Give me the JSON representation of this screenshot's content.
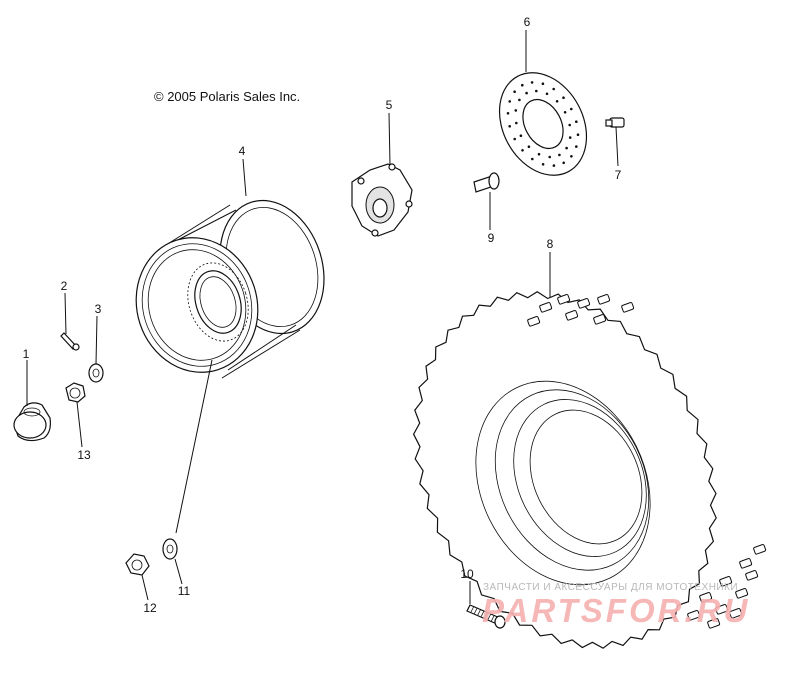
{
  "copyright": "© 2005 Polaris Sales Inc.",
  "callouts": [
    {
      "id": "1",
      "label": "1"
    },
    {
      "id": "2",
      "label": "2"
    },
    {
      "id": "3",
      "label": "3"
    },
    {
      "id": "4",
      "label": "4"
    },
    {
      "id": "5",
      "label": "5"
    },
    {
      "id": "6",
      "label": "6"
    },
    {
      "id": "7",
      "label": "7"
    },
    {
      "id": "8",
      "label": "8"
    },
    {
      "id": "9",
      "label": "9"
    },
    {
      "id": "10",
      "label": "10"
    },
    {
      "id": "11",
      "label": "11"
    },
    {
      "id": "12",
      "label": "12"
    },
    {
      "id": "13",
      "label": "13"
    }
  ],
  "watermark": {
    "top_text": "ЗАПЧАСТИ И АКСЕССУАРЫ ДЛЯ МОТОТЕХНИКИ",
    "main_text": "PARTSFOR.RU"
  },
  "colors": {
    "line": "#111111",
    "watermark_main": "#f6b0b0",
    "watermark_sub": "#b8b8b8"
  }
}
